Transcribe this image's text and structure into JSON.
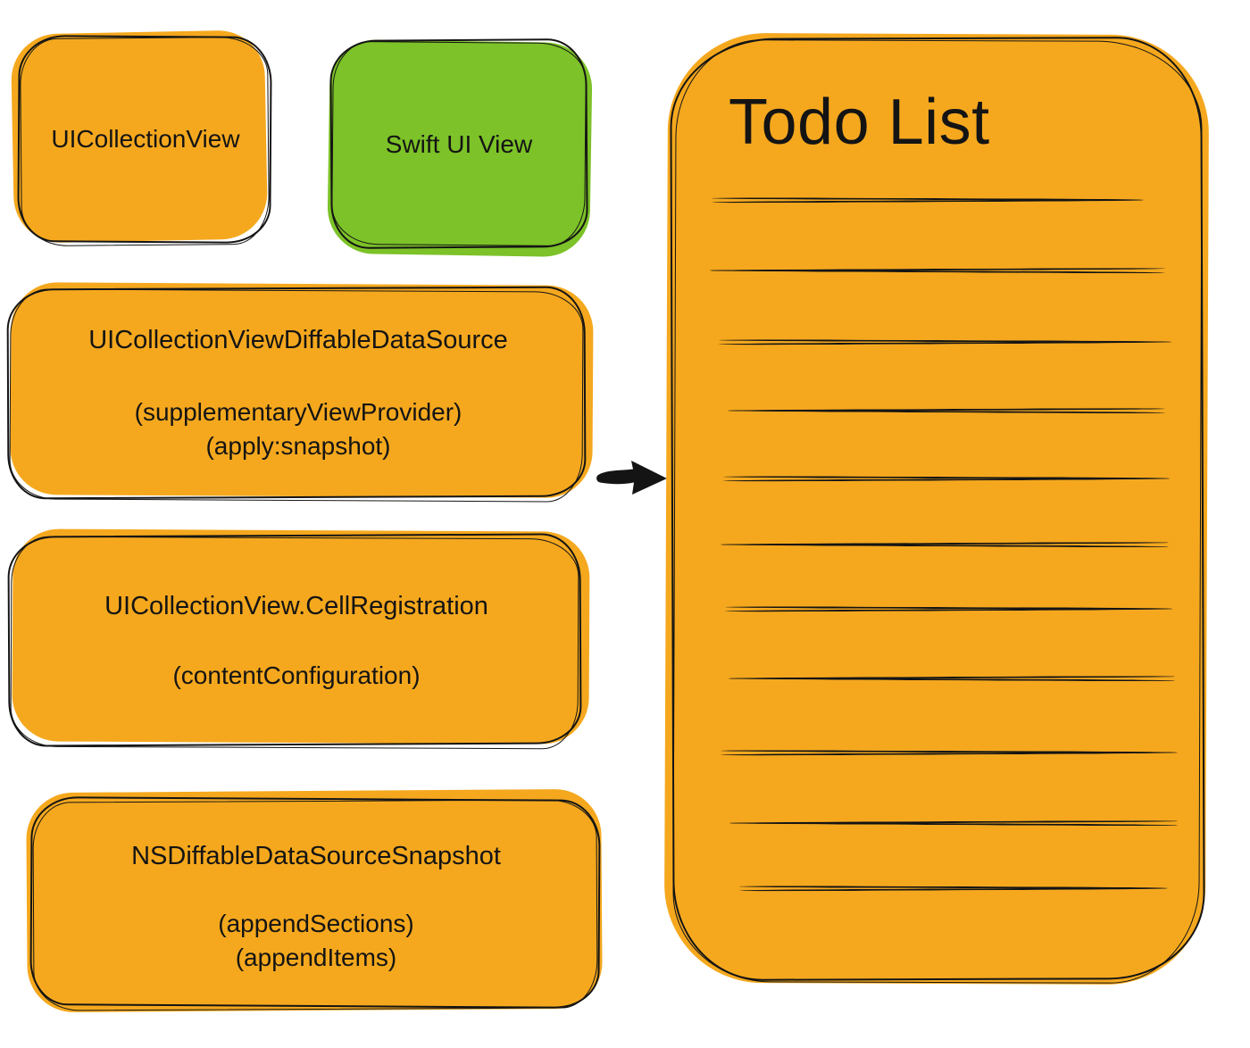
{
  "boxes": {
    "uicollectionview": {
      "label": "UICollectionView"
    },
    "swiftui_view": {
      "label": "Swift UI View"
    },
    "diffable_datasource": {
      "title": "UICollectionViewDiffableDataSource",
      "methods": [
        "(supplementaryViewProvider)",
        "(apply:snapshot)"
      ]
    },
    "cell_registration": {
      "title": "UICollectionView.CellRegistration",
      "methods": [
        "(contentConfiguration)"
      ]
    },
    "snapshot": {
      "title": "NSDiffableDataSourceSnapshot",
      "methods": [
        "(appendSections)",
        "(appendItems)"
      ]
    }
  },
  "todo_panel": {
    "title": "Todo List",
    "ruled_line_count": 11
  },
  "icons": {
    "arrow": "right-arrow-icon"
  },
  "colors": {
    "orange": "#F5A81E",
    "green": "#7CC228",
    "ink": "#141414",
    "background": "#FFFFFF"
  }
}
